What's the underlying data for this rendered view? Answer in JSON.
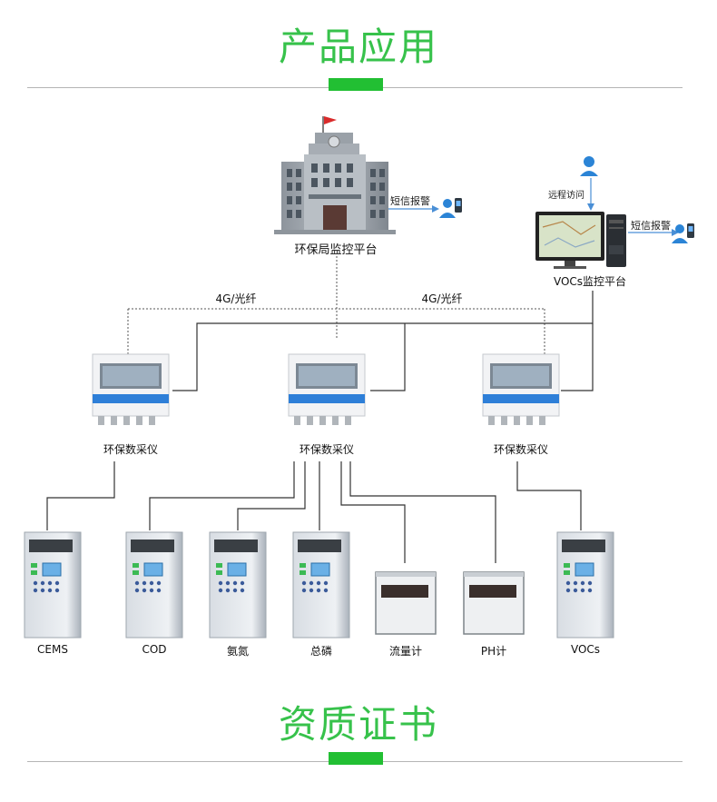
{
  "sections": {
    "application_title": "产品应用",
    "certificate_title": "资质证书"
  },
  "diagram": {
    "epb_platform": "环保局监控平台",
    "vocs_platform": "VOCs监控平台",
    "sms_alarm": "短信报警",
    "remote_access": "远程访问",
    "link_left": "4G/光纤",
    "link_right": "4G/光纤",
    "collectors": [
      "环保数采仪",
      "环保数采仪",
      "环保数采仪"
    ],
    "devices": [
      "CEMS",
      "COD",
      "氨氮",
      "总磷",
      "流量计",
      "PH计",
      "VOCs"
    ]
  },
  "colors": {
    "accent_green": "#37c24b",
    "bar_green": "#22bf33",
    "line_gray": "#b5b5b5"
  }
}
